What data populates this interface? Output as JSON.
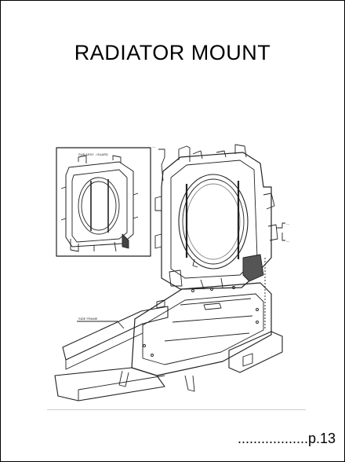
{
  "document": {
    "title": "RADIATOR MOUNT",
    "page_reference": "..................p.13"
  },
  "illustration": {
    "inset_label": "SUB ASSY - GUARD",
    "frame_label": "SIDE FRAME",
    "callout_top": "---",
    "callout_right_1": "---",
    "callout_right_2": "---"
  }
}
